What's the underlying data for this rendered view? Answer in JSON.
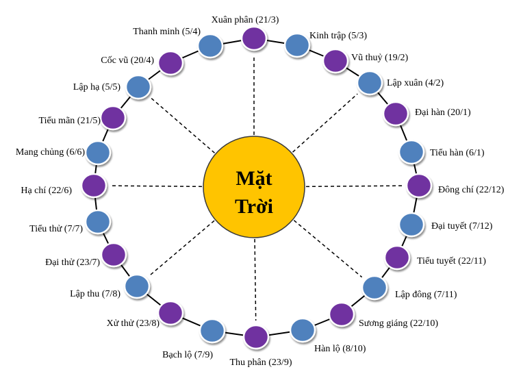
{
  "sun": {
    "line1": "Mặt",
    "line2": "Trời",
    "fill": "#FFC400",
    "stroke": "#3a3a3a"
  },
  "colors": {
    "blue": "#4F81BD",
    "purple": "#7030A0",
    "ring_line": "#000000"
  },
  "terms": [
    {
      "name": "Xuân phân (21/3)",
      "kind": "purple"
    },
    {
      "name": "Kinh trập (5/3)",
      "kind": "blue"
    },
    {
      "name": "Vũ thuỷ (19/2)",
      "kind": "purple"
    },
    {
      "name": "Lập xuân (4/2)",
      "kind": "blue"
    },
    {
      "name": "Đại hàn (20/1)",
      "kind": "purple"
    },
    {
      "name": "Tiểu hàn (6/1)",
      "kind": "blue"
    },
    {
      "name": "Đông chí (22/12)",
      "kind": "purple"
    },
    {
      "name": "Đại tuyết (7/12)",
      "kind": "blue"
    },
    {
      "name": "Tiểu tuyết (22/11)",
      "kind": "purple"
    },
    {
      "name": "Lập đông (7/11)",
      "kind": "blue"
    },
    {
      "name": "Sương giáng (22/10)",
      "kind": "purple"
    },
    {
      "name": "Hàn lộ (8/10)",
      "kind": "blue"
    },
    {
      "name": "Thu phân (23/9)",
      "kind": "purple"
    },
    {
      "name": "Bạch lộ (7/9)",
      "kind": "blue"
    },
    {
      "name": "Xử thử (23/8)",
      "kind": "purple"
    },
    {
      "name": "Lập thu (7/8)",
      "kind": "blue"
    },
    {
      "name": "Đại thử (23/7)",
      "kind": "purple"
    },
    {
      "name": "Tiểu thử (7/7)",
      "kind": "blue"
    },
    {
      "name": "Hạ chí (22/6)",
      "kind": "purple"
    },
    {
      "name": "Mang chủng (6/6)",
      "kind": "blue"
    },
    {
      "name": "Tiểu mãn (21/5)",
      "kind": "purple"
    },
    {
      "name": "Lập hạ (5/5)",
      "kind": "blue"
    },
    {
      "name": "Cốc vũ (20/4)",
      "kind": "purple"
    },
    {
      "name": "Thanh minh (5/4)",
      "kind": "blue"
    }
  ]
}
